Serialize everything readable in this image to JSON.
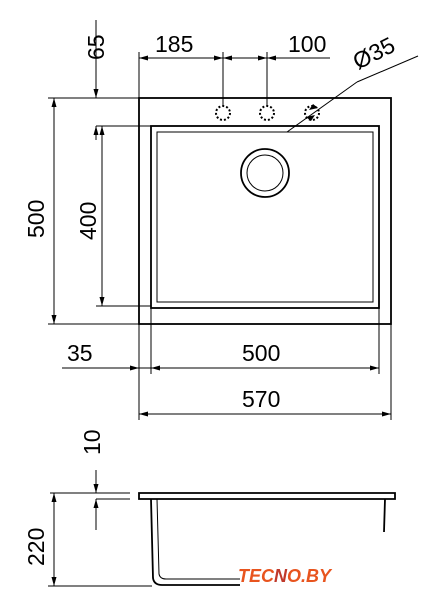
{
  "dimensions": {
    "d65": "65",
    "d185": "185",
    "d100": "100",
    "d35dia": "Ø35",
    "d500h": "500",
    "d400": "400",
    "d35": "35",
    "d500w": "500",
    "d570": "570",
    "d10": "10",
    "d220": "220"
  },
  "logo": {
    "prefix": "TEC",
    "highlight": "N",
    "suffix": "O.BY"
  },
  "colors": {
    "line": "#000000",
    "logo": "#e8541e"
  }
}
